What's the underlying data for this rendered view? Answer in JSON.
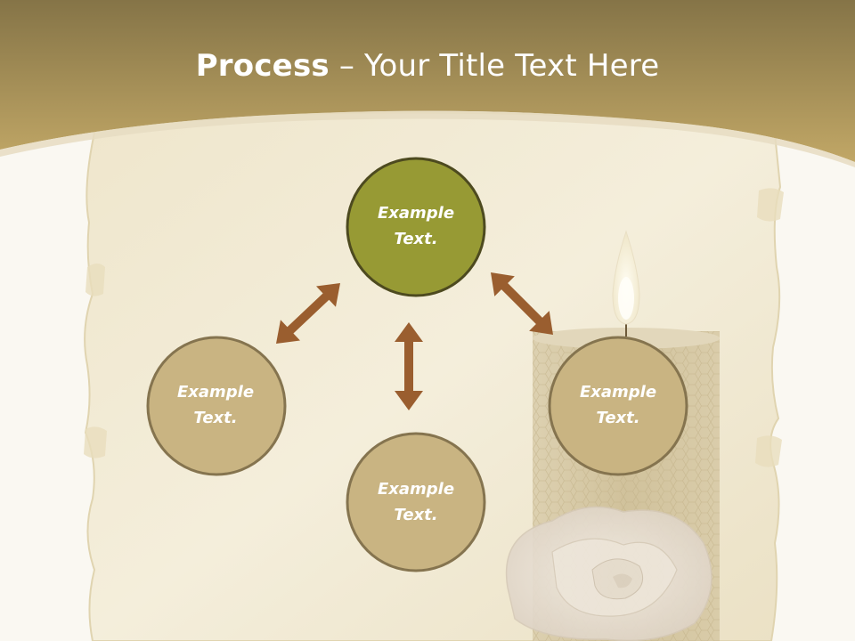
{
  "slide": {
    "title_bold": "Process",
    "title_rest": " – Your Title Text Here"
  },
  "nodes": [
    {
      "id": "top",
      "line1": "Example",
      "line2": "Text.",
      "fill": "#979a34",
      "stroke": "#4d4a1f"
    },
    {
      "id": "left",
      "line1": "Example",
      "line2": "Text.",
      "fill": "#c9b482",
      "stroke": "#85744f"
    },
    {
      "id": "bottom",
      "line1": "Example",
      "line2": "Text.",
      "fill": "#c9b482",
      "stroke": "#85744f"
    },
    {
      "id": "right",
      "line1": "Example",
      "line2": "Text.",
      "fill": "#c9b482",
      "stroke": "#85744f"
    }
  ],
  "colors": {
    "header_dark": "#8a7848",
    "header_light": "#c0a565",
    "arrow": "#9a5e2f",
    "parchment": "#efe7cf",
    "background": "#faf8f2"
  },
  "decorations": {
    "background_image": "parchment-scroll",
    "candle": "pillar-candle-icon",
    "flower": "white-rose"
  }
}
